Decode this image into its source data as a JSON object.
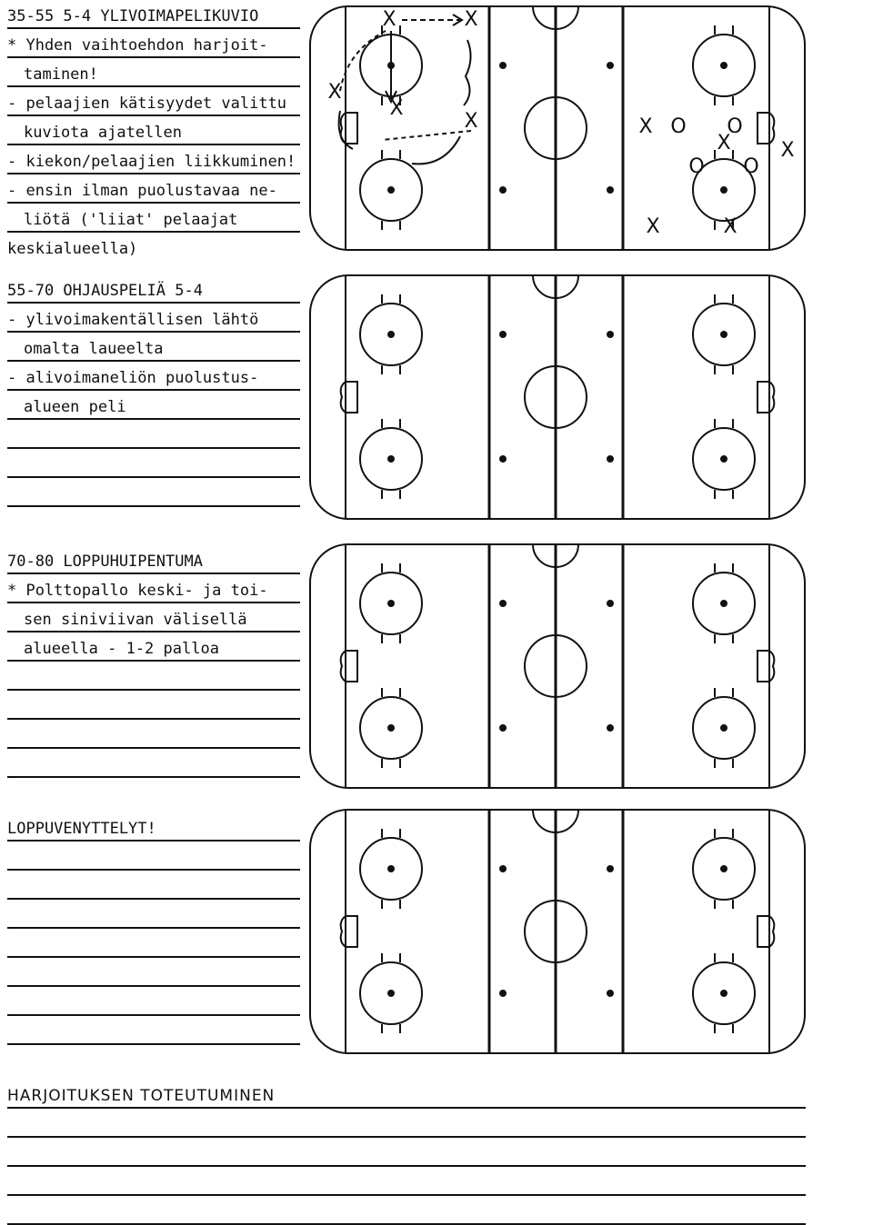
{
  "sections": [
    {
      "lines": [
        "35-55 5-4 YLIVOIMAPELIKUVIO",
        "* Yhden vaihtoehdon harjoit-",
        "taminen!",
        "- pelaajien kätisyydet valittu",
        "kuviota ajatellen",
        "- kiekon/pelaajien liikkuminen!",
        "- ensin ilman puolustavaa ne-",
        "liötä ('liiat' pelaajat",
        "keskialueella)"
      ]
    },
    {
      "lines": [
        "55-70 OHJAUSPELIÄ 5-4",
        "- ylivoimakentällisen lähtö",
        "omalta laueelta",
        "- alivoimaneliön puolustus-",
        "alueen peli"
      ]
    },
    {
      "lines": [
        "70-80 LOPPUHUIPENTUMA",
        "* Polttopallo keski- ja toi-",
        "sen siniviivan välisellä",
        "alueella - 1-2 palloa"
      ]
    },
    {
      "lines": [
        "LOPPUVENYTTELYT!"
      ]
    }
  ],
  "footer": {
    "title": "HARJOITUKSEN TOTEUTUMINEN"
  },
  "diagram_marks": {
    "player_x": "X",
    "player_o": "O"
  }
}
